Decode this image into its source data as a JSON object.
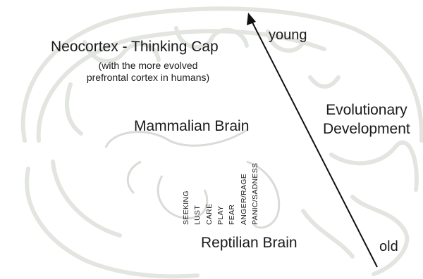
{
  "neocortex": {
    "title": "Neocortex - Thinking Cap",
    "subtitle_line1": "(with the more evolved",
    "subtitle_line2": "prefrontal cortex in humans)"
  },
  "mammalian": {
    "label": "Mammalian Brain"
  },
  "reptilian": {
    "label": "Reptilian Brain"
  },
  "evolution": {
    "line1": "Evolutionary",
    "line2": "Development",
    "top_label": "young",
    "bottom_label": "old"
  },
  "emotions": [
    "SEEKING",
    "LUST",
    "CARE",
    "PLAY",
    "FEAR",
    "ANGER/RAGE",
    "PANIC/SADNESS"
  ],
  "colors": {
    "text": "#1a1a1a",
    "brain_sketch": "#e4e6e2",
    "arrow": "#111111"
  }
}
